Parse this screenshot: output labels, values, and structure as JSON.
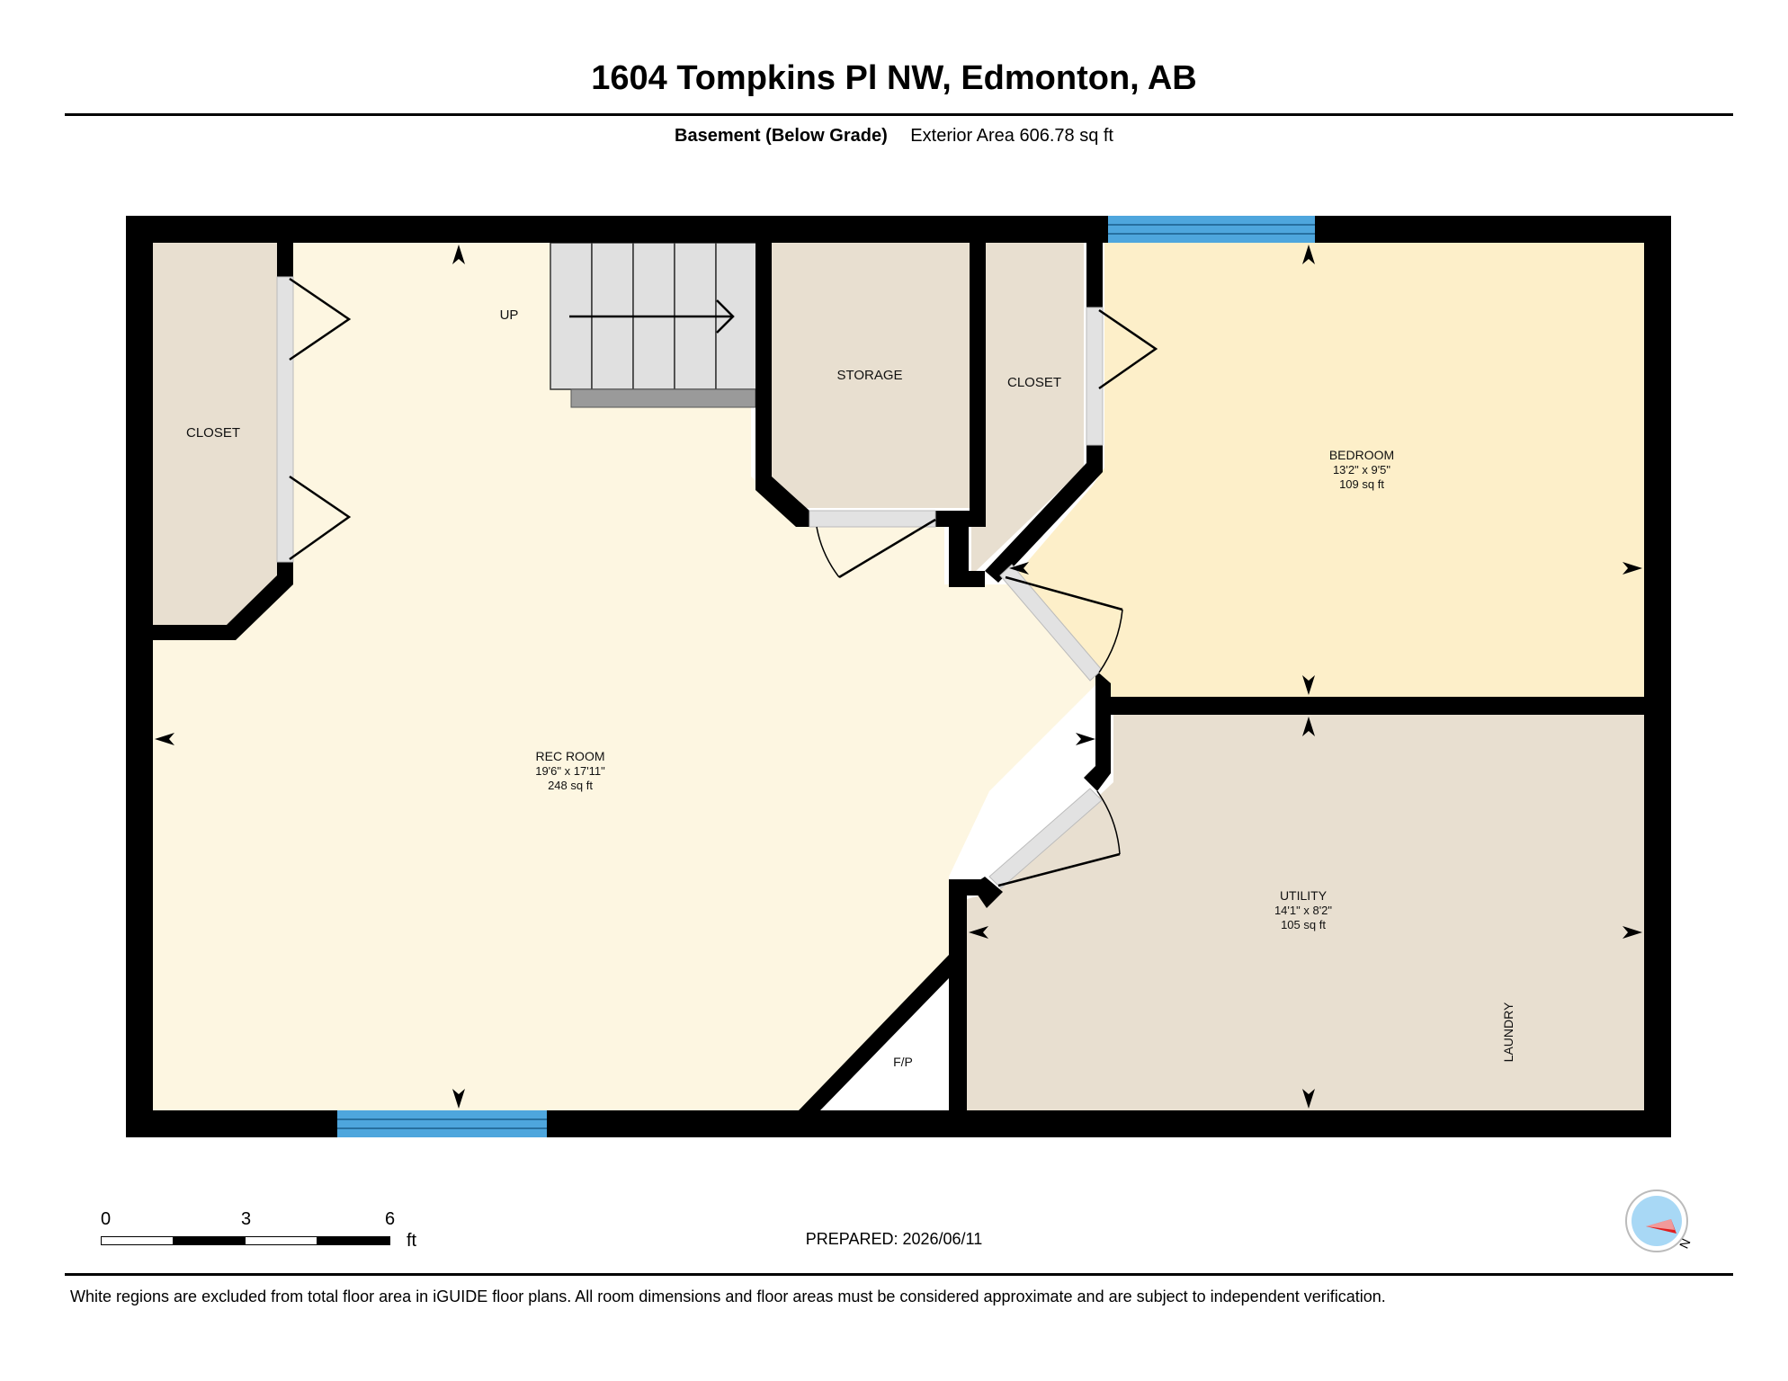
{
  "header": {
    "title": "1604 Tompkins Pl NW, Edmonton, AB",
    "level": "Basement (Below Grade)",
    "exterior_area": "Exterior Area 606.78 sq ft"
  },
  "rooms": {
    "closet_left": {
      "name": "CLOSET"
    },
    "stairs": {
      "name": "UP"
    },
    "storage": {
      "name": "STORAGE"
    },
    "closet_mid": {
      "name": "CLOSET"
    },
    "bedroom": {
      "name": "BEDROOM",
      "dims": "13'2\" x 9'5\"",
      "area": "109 sq ft"
    },
    "rec_room": {
      "name": "REC ROOM",
      "dims": "19'6\" x 17'11\"",
      "area": "248 sq ft"
    },
    "utility": {
      "name": "UTILITY",
      "dims": "14'1\" x 8'2\"",
      "area": "105 sq ft"
    },
    "fireplace": {
      "name": "F/P"
    },
    "laundry": {
      "name": "LAUNDRY"
    }
  },
  "scale": {
    "ticks": [
      "0",
      "3",
      "6"
    ],
    "unit": "ft"
  },
  "prepared": "PREPARED: 2026/06/11",
  "compass": {
    "label": "N"
  },
  "footer": "White regions are excluded from total floor area in iGUIDE floor plans. All room dimensions and floor areas must be considered approximate and are subject to independent verification.",
  "colors": {
    "rec_room": "#fdf6e1",
    "bedroom": "#fdefc9",
    "closet": "#e8dfd0",
    "wall": "#000000",
    "window": "#4ea6dd",
    "stair": "#e0e0e0",
    "compass_accent": "#e01f1f",
    "compass_fill": "#a8d8f5"
  }
}
